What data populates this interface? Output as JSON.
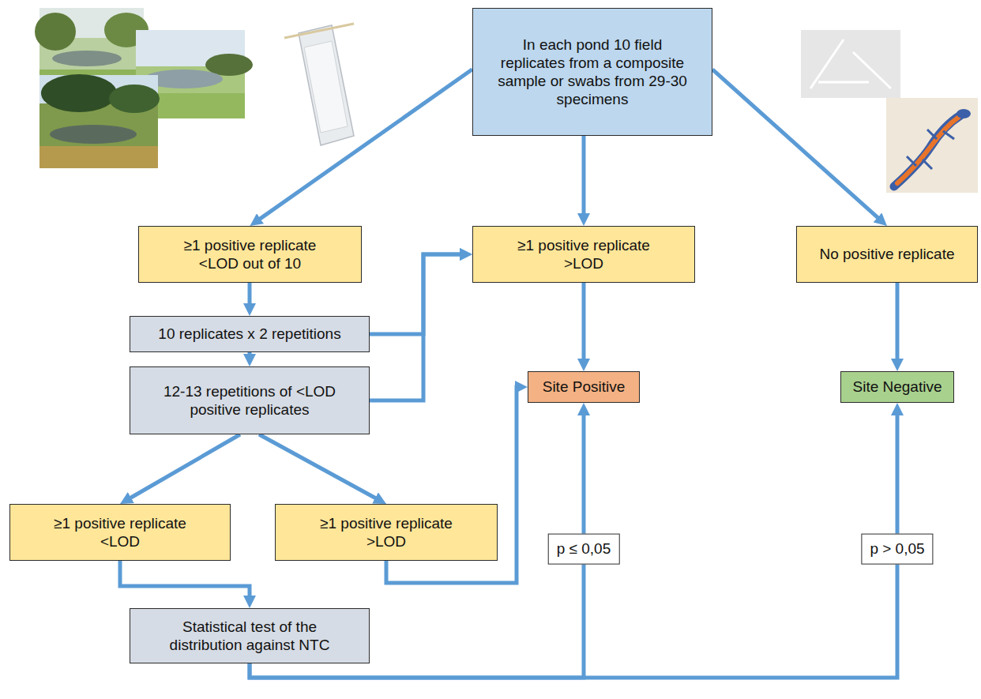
{
  "diagram": {
    "nodes": [
      {
        "text": [
          "In each pond 10 field replicates from a composite sample or swabs from 29-30 specimens"
        ]
      },
      {
        "text": [
          "≥1 positive replicate <LOD out of 10"
        ]
      },
      {
        "text": [
          "≥1 positive replicate >LOD"
        ]
      },
      {
        "text": [
          "No positive replicate"
        ]
      },
      {
        "text": [
          "10 replicates x 2 repetitions"
        ]
      },
      {
        "text": [
          "Site Positive"
        ]
      },
      {
        "text": [
          "Site Negative"
        ]
      },
      {
        "text": [
          "12-13 repetitions of <LOD positive replicates"
        ]
      },
      {
        "text": [
          "≥1 positive replicate <LOD"
        ]
      },
      {
        "text": [
          "≥1 positive replicate >LOD"
        ]
      },
      {
        "text": [
          "Statistical test of the distribution against NTC"
        ]
      }
    ],
    "edges": [
      {
        "from": 0,
        "to": 1,
        "arrow": "to"
      },
      {
        "from": 0,
        "to": 2,
        "arrow": "to"
      },
      {
        "from": 0,
        "to": 3,
        "arrow": "to"
      },
      {
        "from": 1,
        "to": 4,
        "arrow": "to"
      },
      {
        "from": 4,
        "to": 2,
        "arrow": "to"
      },
      {
        "from": 4,
        "to": 7,
        "arrow": "to"
      },
      {
        "from": 7,
        "to": 2,
        "arrow": "to"
      },
      {
        "from": 7,
        "to": 8,
        "arrow": "to"
      },
      {
        "from": 7,
        "to": 9,
        "arrow": "to"
      },
      {
        "from": 2,
        "to": 5,
        "arrow": "to"
      },
      {
        "from": 3,
        "to": 6,
        "arrow": "to"
      },
      {
        "from": 9,
        "to": 5,
        "arrow": "to"
      },
      {
        "from": 8,
        "to": 10,
        "arrow": "to"
      },
      {
        "from": 10,
        "to": 5,
        "label": "p ≤ 0,05",
        "arrow": "to"
      },
      {
        "from": 10,
        "to": 6,
        "label": "p > 0,05",
        "arrow": "to"
      }
    ]
  }
}
